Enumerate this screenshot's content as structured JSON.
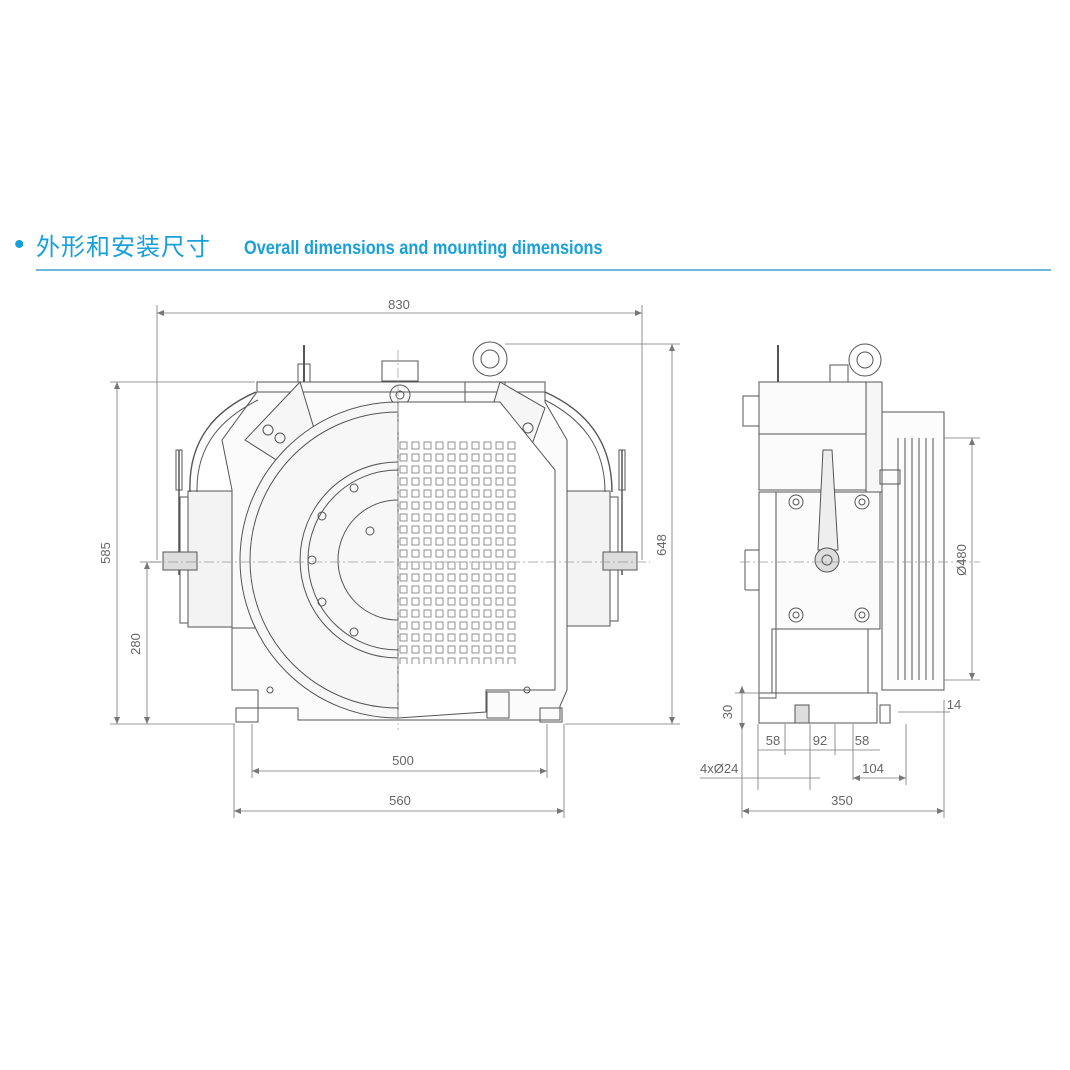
{
  "header": {
    "bullet": "•",
    "title_cn": "外形和安装尺寸",
    "title_en": "Overall dimensions and mounting dimensions"
  },
  "colors": {
    "accent": "#1aa0d8",
    "line": "#555555",
    "dim": "#888888"
  },
  "front_view": {
    "width_overall": "830",
    "height_585": "585",
    "height_280": "280",
    "height_648": "648",
    "base_500": "500",
    "base_560": "560"
  },
  "side_view": {
    "diameter": "Ø480",
    "d30": "30",
    "d58a": "58",
    "d92": "92",
    "d58b": "58",
    "d14": "14",
    "holes": "4xØ24",
    "d104": "104",
    "d350": "350"
  }
}
